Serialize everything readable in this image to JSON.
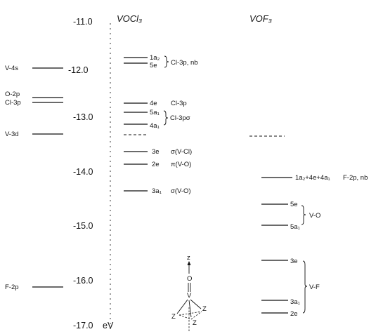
{
  "headings": {
    "vocl3": "VOCl₃",
    "vof3": "VOF₃"
  },
  "axis": {
    "unit": "eV",
    "ticks": [
      "-11.0",
      "-12.0",
      "-13.0",
      "-14.0",
      "-15.0",
      "-16.0",
      "-17.0"
    ]
  },
  "atomic_levels": [
    {
      "label": "V-4s",
      "energy": -11.95
    },
    {
      "label": "O-2p",
      "energy": -12.58
    },
    {
      "label": "Cl-3p",
      "energy": -12.68
    },
    {
      "label": "V-3d",
      "energy": -13.28
    },
    {
      "label": "F-2p",
      "energy": -16.12
    }
  ],
  "vocl3_levels": [
    {
      "label": "1a₂",
      "energy": -11.82
    },
    {
      "label": "5e",
      "energy": -11.93
    },
    {
      "label": "4e",
      "energy": -12.72
    },
    {
      "label": "5a₁",
      "energy": -12.88
    },
    {
      "label": "4a₁",
      "energy": -13.05
    },
    {
      "label": "3e",
      "energy": -13.62
    },
    {
      "label": "2e",
      "energy": -13.85
    },
    {
      "label": "3a₁",
      "energy": -14.35
    }
  ],
  "vocl3_unlabeled_dashed": {
    "energy": -13.28
  },
  "vocl3_annotations": {
    "cl3p_nb": "Cl-3p, nb",
    "cl3p": "Cl-3p",
    "cl3p_sigma": "Cl-3pσ",
    "sigma_vcl": "σ(V-Cl)",
    "pi_vo": "π(V-O)",
    "sigma_vo": "σ(V-O)"
  },
  "vof3_levels": [
    {
      "label": "1a₂+4e+4a₁",
      "energy": -14.08
    },
    {
      "label": "5e",
      "energy": -14.62
    },
    {
      "label": "5a₁",
      "energy": -14.98
    },
    {
      "label": "3e",
      "energy": -15.68
    },
    {
      "label": "3a₁",
      "energy": -16.48
    },
    {
      "label": "2e",
      "energy": -16.72
    }
  ],
  "vof3_unlabeled_dashed": {
    "energy": -13.28
  },
  "vof3_annotations": {
    "f2p_nb": "F-2p, nb",
    "vo": "V-O",
    "vf": "V-F"
  },
  "molecule": {
    "top": "z",
    "o": "O",
    "v": "V",
    "z1": "Z",
    "z2": "Z",
    "z3": "Z"
  }
}
